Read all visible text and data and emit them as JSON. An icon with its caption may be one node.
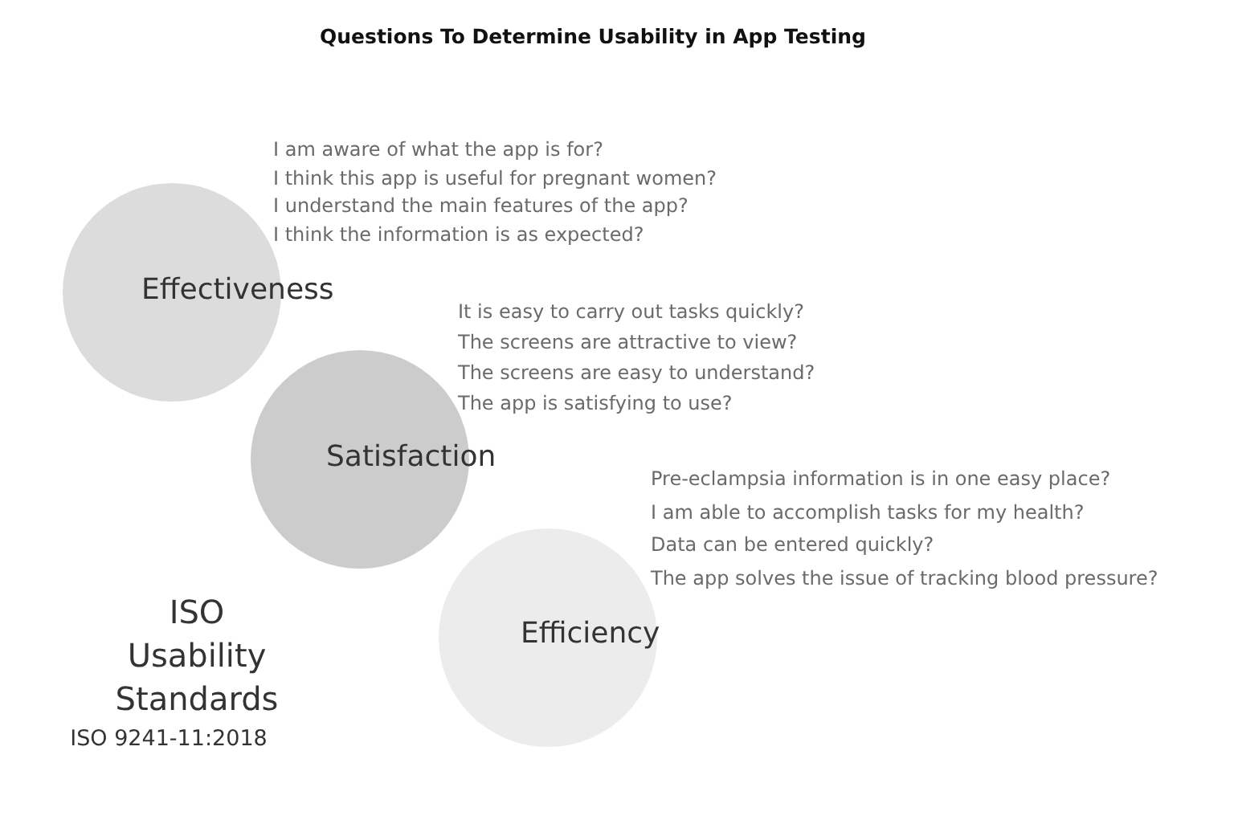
{
  "diagram": {
    "title": "Questions To Determine Usability in App Testing",
    "nodes": [
      {
        "text": [
          "Effectiveness"
        ],
        "beside": [
          "I am aware of what the app is for?",
          "I think this app is useful for pregnant women?",
          "I understand the main features of the app?",
          "I think the information is as expected?"
        ]
      },
      {
        "text": [
          "Satisfaction"
        ],
        "beside": [
          "It is easy to carry out tasks quickly?",
          "The screens are attractive to view?",
          "The screens are easy to understand?",
          "The app is satisfying to use?"
        ]
      },
      {
        "text": [
          "Efficiency"
        ],
        "beside": [
          "Pre-eclampsia information is in one easy place?",
          "I am able to accomplish tasks for my health?",
          "Data can be entered quickly?",
          "The app solves the issue of tracking blood pressure?"
        ]
      }
    ],
    "labels": [
      "ISO Usability Standards",
      "ISO 9241-11:2018"
    ]
  }
}
